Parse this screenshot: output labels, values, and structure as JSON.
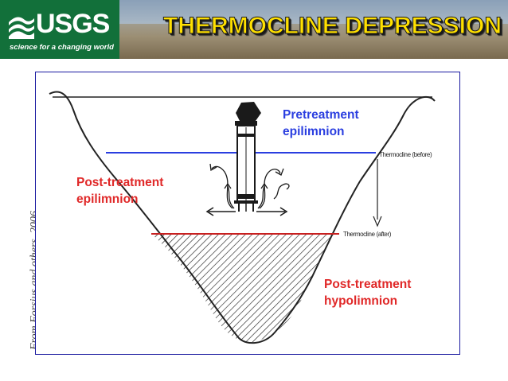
{
  "header": {
    "logo_text": "USGS",
    "logo_tagline": "science for a changing world",
    "title": "THERMOCLINE DEPRESSION"
  },
  "credit": "From Forsius and others, 2006",
  "diagram": {
    "labels": {
      "pretreatment": [
        "Pretreatment",
        "epilimnion"
      ],
      "post_epilimnion": [
        "Post-treatment",
        "epilimnion"
      ],
      "post_hypolimnion": [
        "Post-treatment",
        "hypolimnion"
      ],
      "thermocline_before": "Thermocline (before)",
      "thermocline_after": "Thermocline (after)"
    }
  },
  "colors": {
    "logo_green": "#12703a",
    "title_yellow": "#ffe000",
    "pretreatment_blue": "#2a3ee0",
    "post_treatment_red": "#e02828"
  }
}
